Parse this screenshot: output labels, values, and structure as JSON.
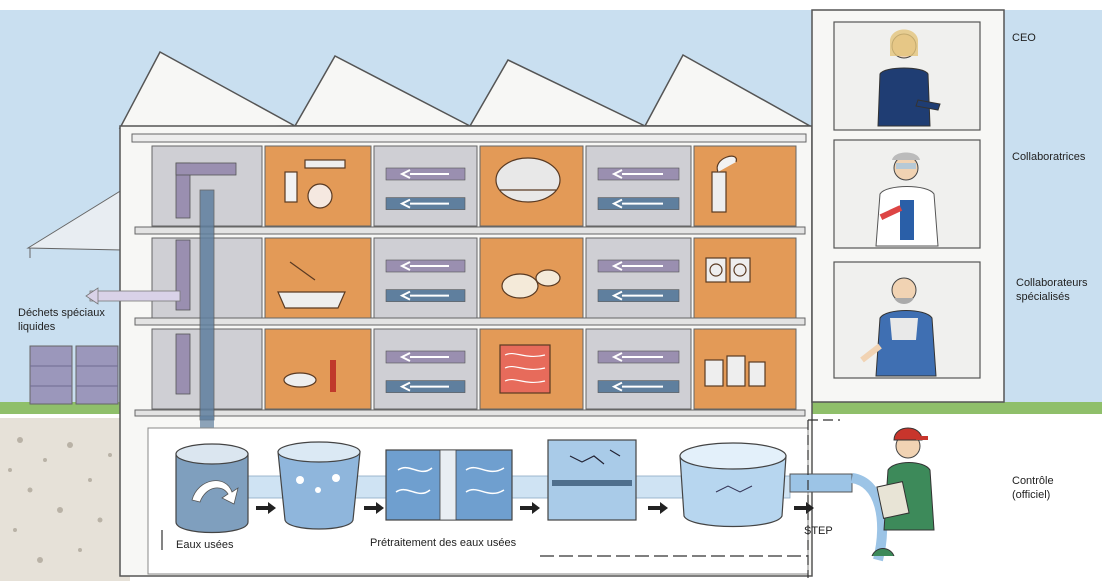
{
  "labels": {
    "ceo": "CEO",
    "collaboratrices": "Collaboratrices",
    "specialists_line1": "Collaborateurs",
    "specialists_line2": "spécialisés",
    "liquid_waste_line1": "Déchets spéciaux",
    "liquid_waste_line2": "liquides",
    "wastewater": "Eaux usées",
    "pretreatment": "Prétraitement des eaux usées",
    "step": "STEP",
    "control_line1": "Contrôle",
    "control_line2": "(officiel)"
  },
  "colors": {
    "sky": "#c9dff0",
    "grass": "#8fbf6a",
    "soil": "#e4ded3",
    "building": "#f7f7f5",
    "outline": "#555555",
    "lab_orange": "#e39a57",
    "cell_grey": "#cfcfd4",
    "pipe_blue": "#5f7f9e",
    "pipe_purple": "#9a8fb0",
    "water_blue": "#7fb0d8",
    "tank_blue": "#9cc4e6"
  },
  "rooms": {
    "row1": [
      "grey",
      "orange",
      "grey",
      "orange",
      "grey",
      "orange"
    ],
    "row2": [
      "grey",
      "orange",
      "grey",
      "orange",
      "grey",
      "orange"
    ],
    "row3": [
      "grey",
      "orange",
      "grey",
      "orange",
      "grey",
      "orange"
    ]
  },
  "icons": {
    "tank1": "rotating-arrow-tank-icon",
    "tank2": "sediment-tank-icon",
    "filter1": "filter-box-icon",
    "filter2": "molecule-filter-icon",
    "tank3": "clean-water-basin-icon"
  }
}
